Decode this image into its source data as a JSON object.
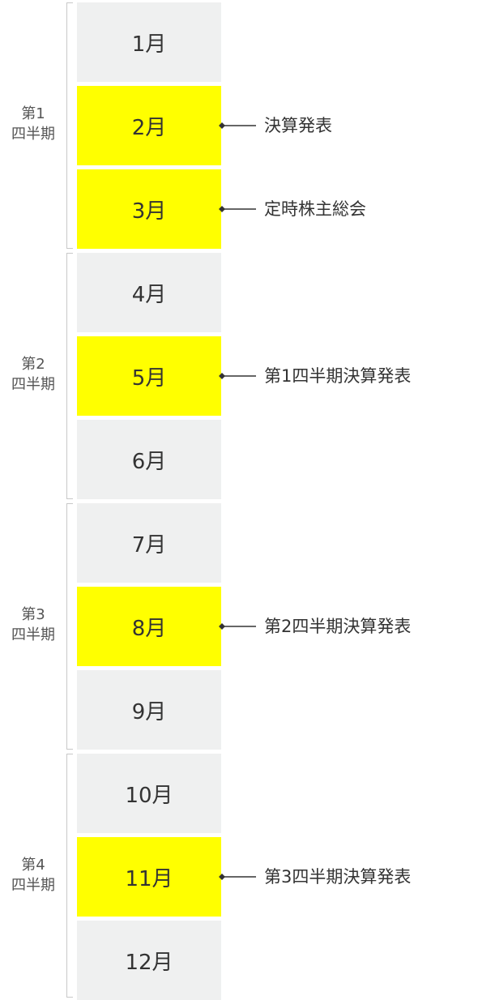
{
  "colors": {
    "highlight": "#ffff00",
    "normal": "#eff0f0"
  },
  "months": [
    {
      "label": "1月",
      "highlight": false
    },
    {
      "label": "2月",
      "highlight": true,
      "event": "決算発表"
    },
    {
      "label": "3月",
      "highlight": true,
      "event": "定時株主総会"
    },
    {
      "label": "4月",
      "highlight": false
    },
    {
      "label": "5月",
      "highlight": true,
      "event": "第1四半期決算発表"
    },
    {
      "label": "6月",
      "highlight": false
    },
    {
      "label": "7月",
      "highlight": false
    },
    {
      "label": "8月",
      "highlight": true,
      "event": "第2四半期決算発表"
    },
    {
      "label": "9月",
      "highlight": false
    },
    {
      "label": "10月",
      "highlight": false
    },
    {
      "label": "11月",
      "highlight": true,
      "event": "第3四半期決算発表"
    },
    {
      "label": "12月",
      "highlight": false
    }
  ],
  "quarters": [
    {
      "line1": "第1",
      "line2": "四半期"
    },
    {
      "line1": "第2",
      "line2": "四半期"
    },
    {
      "line1": "第3",
      "line2": "四半期"
    },
    {
      "line1": "第4",
      "line2": "四半期"
    }
  ]
}
